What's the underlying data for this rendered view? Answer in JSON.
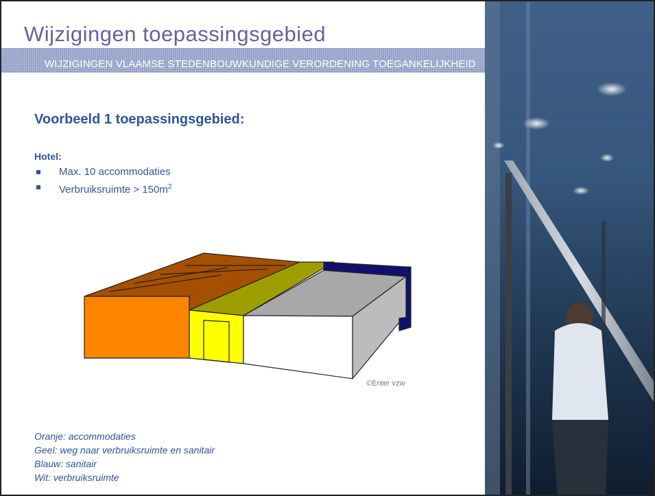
{
  "slide": {
    "title": "Wijzigingen toepassingsgebied",
    "subtitle": "WIJZIGINGEN VLAAMSE STEDENBOUWKUNDIGE VERORDENING TOEGANKELIJKHEID"
  },
  "content": {
    "heading": "Voorbeeld 1 toepassingsgebied:",
    "label": "Hotel:",
    "bullets": [
      "Max. 10 accommodaties",
      "Verbruiksruimte > 150m"
    ],
    "superscript": "2"
  },
  "diagram": {
    "credit": "©Enter vzw",
    "colors": {
      "orange": "#ff8500",
      "brown": "#a54f00",
      "yellow": "#ffff00",
      "olive": "#9e9e00",
      "white": "#ffffff",
      "grey_top": "#a8a8a8",
      "grey_side": "#bcbcbc",
      "navy": "#10106c"
    }
  },
  "legend": [
    "Oranje: accommodaties",
    "Geel: weg naar verbruiksruimte en sanitair",
    "Blauw: sanitair",
    "Wit: verbruiksruimte"
  ]
}
